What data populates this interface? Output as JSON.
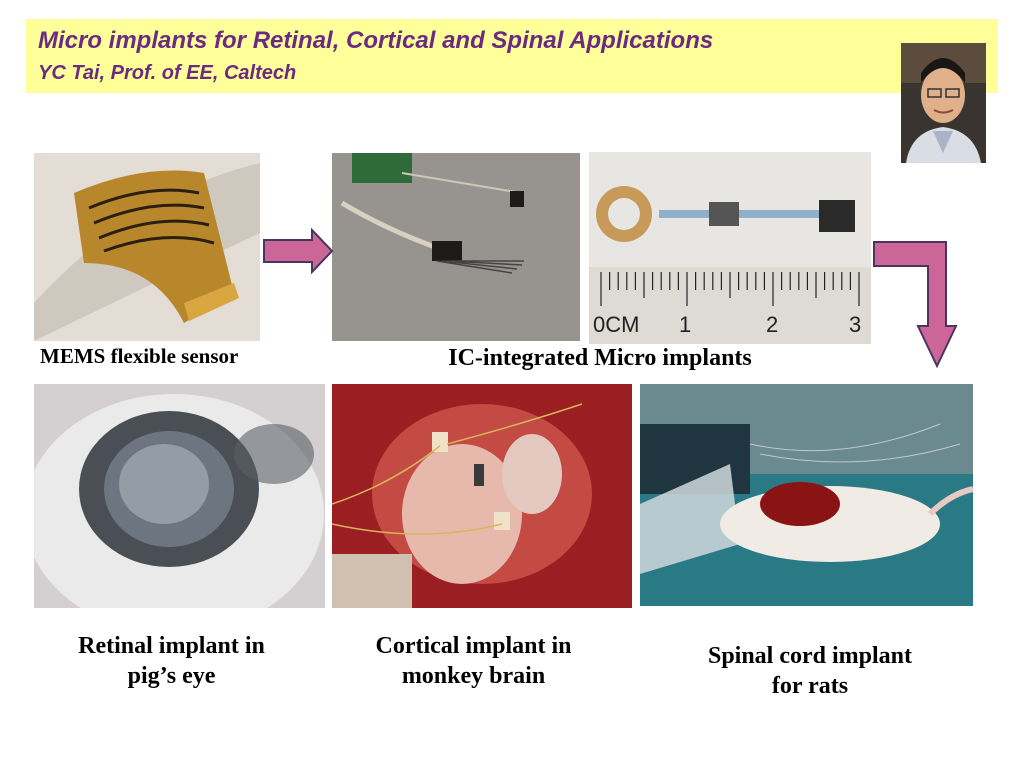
{
  "title": {
    "line1": "Micro implants for Retinal, Cortical and Spinal Applications",
    "line2": "YC Tai, Prof. of EE, Caltech"
  },
  "captions": {
    "mems": "MEMS flexible sensor",
    "ic": "IC-integrated Micro implants",
    "retinal_line1": "Retinal implant in",
    "retinal_line2": "pig’s eye",
    "cortical_line1": "Cortical implant in",
    "cortical_line2": "monkey brain",
    "spinal_line1": "Spinal cord implant",
    "spinal_line2": "for rats"
  },
  "ruler": {
    "unit_label": "0CM",
    "ticks": [
      "1",
      "2",
      "3"
    ]
  },
  "colors": {
    "title_band": "#ffff99",
    "title_text": "#6b2b80",
    "arrow_fill": "#cc6699",
    "arrow_stroke": "#4a3560"
  }
}
